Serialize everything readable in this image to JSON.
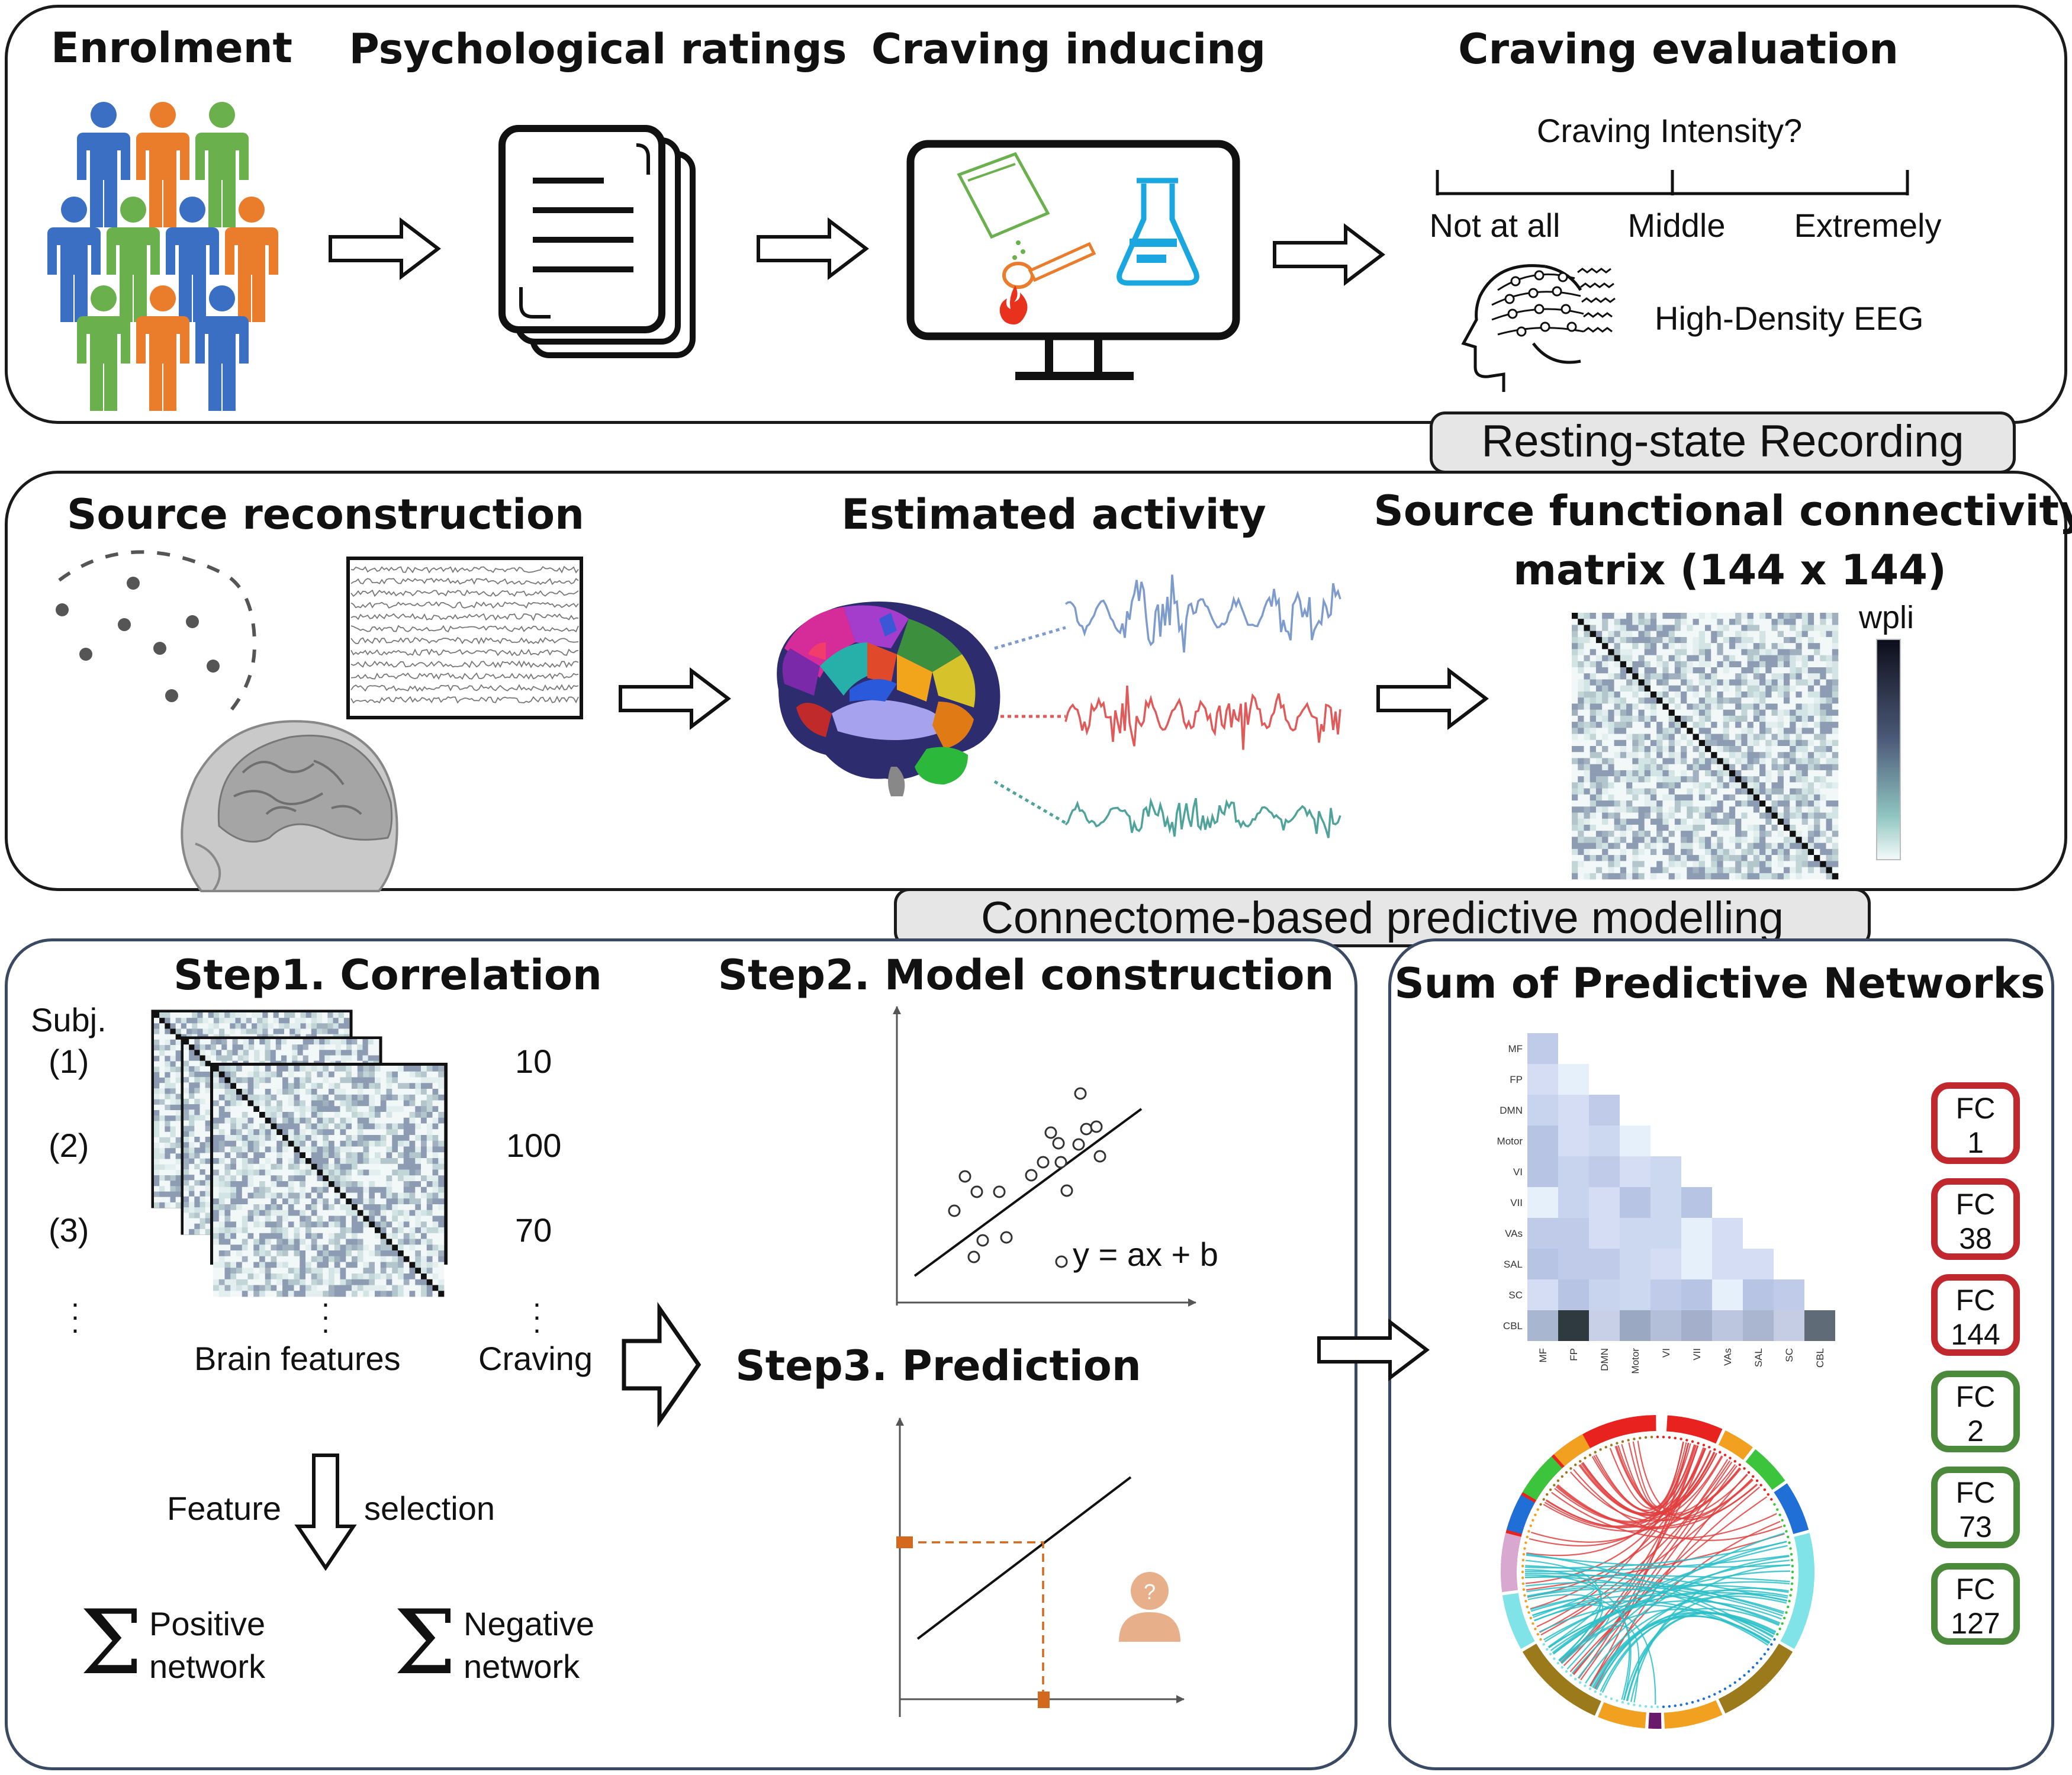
{
  "row1": {
    "steps": [
      "Enrolment",
      "Psychological ratings",
      "Craving inducing",
      "Craving evaluation"
    ],
    "question": "Craving Intensity?",
    "scale": [
      "Not at all",
      "Middle",
      "Extremely"
    ],
    "eeg_label": "High-Density EEG",
    "tag": "Resting-state Recording"
  },
  "row2": {
    "titles": [
      "Source reconstruction",
      "Estimated activity",
      "Source functional connectivity",
      "matrix (144 x 144)"
    ],
    "colorbar_label": "wpli",
    "tag": "Connectome-based predictive modelling"
  },
  "row3": {
    "step1": {
      "title": "Step1. Correlation",
      "subj_label": "Subj.",
      "subjects": [
        "(1)",
        "(2)",
        "(3)"
      ],
      "craving_values": [
        "10",
        "100",
        "70"
      ],
      "brain_features": "Brain features",
      "craving": "Craving",
      "feature_selection": [
        "Feature",
        "selection"
      ],
      "positive": [
        "Positive",
        "network"
      ],
      "negative": [
        "Negative",
        "network"
      ]
    },
    "step2": {
      "title": "Step2. Model construction",
      "equation": "y = ax + b"
    },
    "step3": {
      "title": "Step3. Prediction"
    },
    "networks": {
      "title": "Sum of Predictive Networks",
      "labels": [
        "MF",
        "FP",
        "DMN",
        "Motor",
        "VI",
        "VII",
        "VAs",
        "SAL",
        "SC",
        "CBL"
      ],
      "fc_boxes": [
        {
          "label": "FC",
          "num": "1",
          "color": "#c0282d"
        },
        {
          "label": "FC",
          "num": "38",
          "color": "#c0282d"
        },
        {
          "label": "FC",
          "num": "144",
          "color": "#c0282d"
        },
        {
          "label": "FC",
          "num": "2",
          "color": "#4a8a3a"
        },
        {
          "label": "FC",
          "num": "73",
          "color": "#4a8a3a"
        },
        {
          "label": "FC",
          "num": "127",
          "color": "#4a8a3a"
        }
      ]
    }
  },
  "colors": {
    "person_blue": "#3a6fc4",
    "person_orange": "#ea7d2c",
    "person_green": "#6ab04c",
    "trace_blue": "#7d9bcc",
    "trace_red": "#e05a5a",
    "trace_teal": "#4fa39a",
    "positive_red": "#c0282d",
    "negative_green": "#4a8a3a"
  },
  "icons": [
    "people-group-icon",
    "documents-icon",
    "monitor-icon",
    "eeg-head-icon",
    "electrode-cap-icon",
    "head-skull-icon",
    "brain-atlas-icon",
    "flask-icon",
    "fire-icon",
    "person-question-icon"
  ]
}
